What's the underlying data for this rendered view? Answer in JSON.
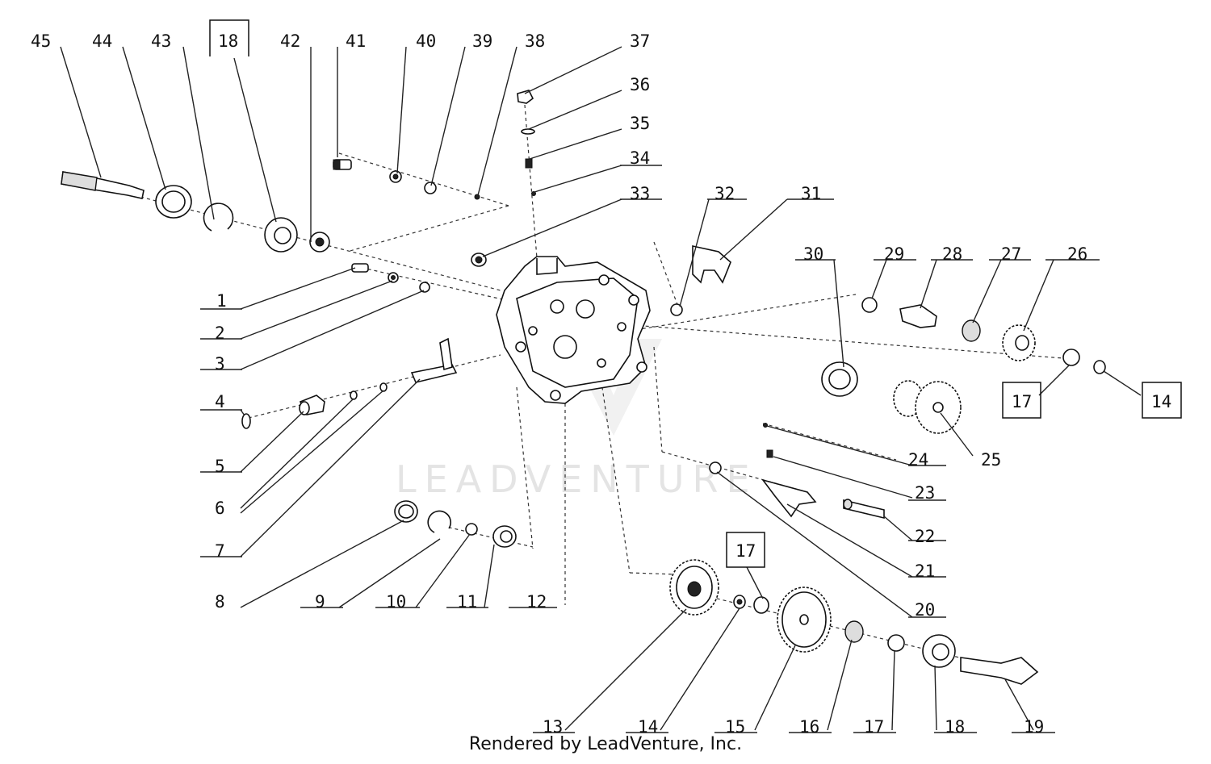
{
  "footer_text": "Rendered by LeadVenture, Inc.",
  "watermark_text": "LEADVENTURE",
  "callouts": [
    "1",
    "2",
    "3",
    "4",
    "5",
    "6",
    "7",
    "8",
    "9",
    "10",
    "11",
    "12",
    "13",
    "14",
    "15",
    "16",
    "17",
    "18",
    "19",
    "20",
    "21",
    "22",
    "23",
    "24",
    "25",
    "26",
    "27",
    "28",
    "29",
    "30",
    "31",
    "32",
    "33",
    "34",
    "35",
    "36",
    "37",
    "38",
    "39",
    "40",
    "41",
    "42",
    "43",
    "44",
    "45"
  ],
  "boxed_callouts": [
    "17",
    "14",
    "17",
    "18"
  ]
}
